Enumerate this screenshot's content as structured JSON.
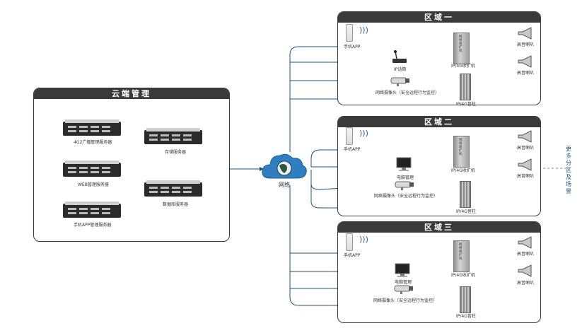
{
  "cloud_panel": {
    "title": "云端管理",
    "servers": [
      "4G2广播管理服务器",
      "存储服务器",
      "WEB管理服务器",
      "数据库服务器",
      "手机APP管理服务器"
    ]
  },
  "network": {
    "label": "网络"
  },
  "regions": [
    {
      "title": "区域一",
      "phone": "手机APP",
      "device": "IP话筒",
      "camera": "网络摄像头（安全远程行为监控）",
      "amp": "IP/4G收扩机",
      "amp_text": "网络收扩机",
      "column": "IP/4G音柱",
      "horns": [
        "高音喇叭",
        "高音喇叭"
      ]
    },
    {
      "title": "区域二",
      "phone": "手机APP",
      "device": "电脑管理",
      "camera": "网络摄像头（安全远程行为监控）",
      "amp": "IP/4G收扩机",
      "amp_text": "网络收扩机",
      "column": "IP/4G音柱",
      "horns": [
        "高音喇叭",
        "高音喇叭"
      ]
    },
    {
      "title": "区域三",
      "phone": "手机APP",
      "device": "电脑管理",
      "camera": "网络摄像头（安全远程行为监控）",
      "amp": "IP/4G收扩机",
      "amp_text": "网络收扩机",
      "column": "IP/4G音柱",
      "horns": [
        "高音喇叭",
        "高音喇叭"
      ]
    }
  ],
  "more": "更多分区及场景",
  "colors": {
    "line": "#1f4f80",
    "panel_head": "#3a3a3a",
    "cloud": "#2f7fc0"
  }
}
